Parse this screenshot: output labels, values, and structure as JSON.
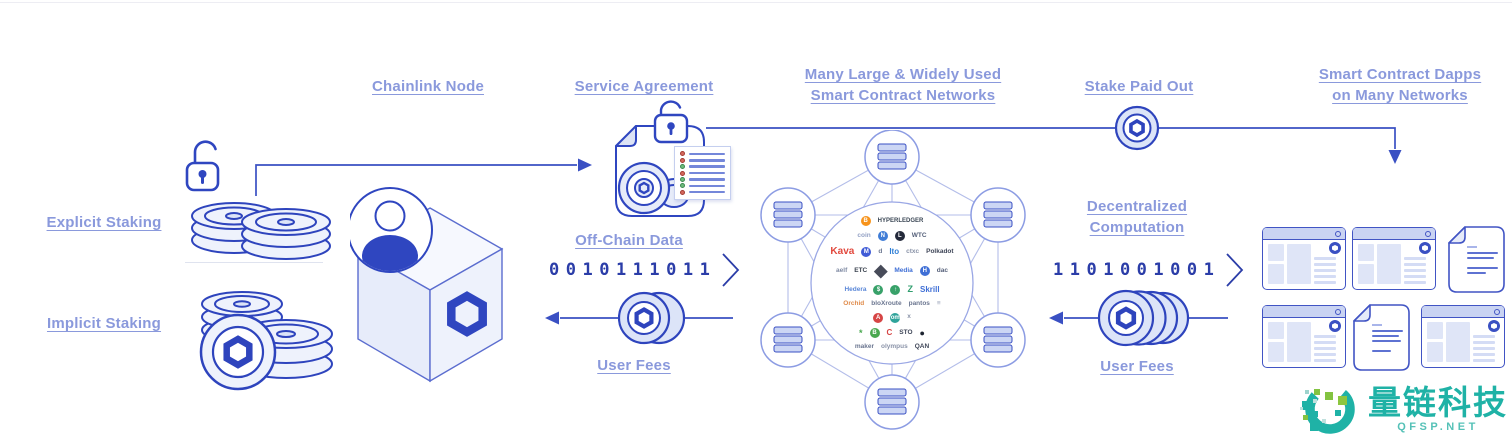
{
  "diagram": {
    "labels": {
      "chainlink_node": "Chainlink Node",
      "service_agreement": "Service Agreement",
      "networks_line1": "Many Large & Widely Used",
      "networks_line2": "Smart Contract Networks",
      "stake_paid_out": "Stake Paid Out",
      "dapps_line1": "Smart Contract Dapps",
      "dapps_line2": "on Many Networks",
      "explicit_staking": "Explicit Staking",
      "implicit_staking": "Implicit Staking",
      "off_chain_data": "Off-Chain Data",
      "user_fees_left": "User Fees",
      "decentralized_line1": "Decentralized",
      "decentralized_line2": "Computation",
      "user_fees_right": "User Fees"
    },
    "binary": {
      "off_chain": "0010111011",
      "computation": "1101001001"
    },
    "service_agreement": {
      "checklist": [
        "red",
        "red",
        "green",
        "red",
        "green",
        "green",
        "red"
      ]
    },
    "network": {
      "description": "hexagonal mesh of six server nodes around a circle of smart-contract network logos",
      "logo_rows": [
        [
          {
            "t": "B",
            "c": "#fff",
            "b": "#f7931a"
          },
          {
            "t": "HYPERLEDGER",
            "c": "#3a4654",
            "fs": 6
          }
        ],
        [
          {
            "t": "coin",
            "c": "#93a1c4"
          },
          {
            "t": "N",
            "c": "#fff",
            "b": "#3f7cd6"
          },
          {
            "t": "L",
            "c": "#fff",
            "b": "#23293a"
          },
          {
            "t": "WTC",
            "c": "#55607a"
          }
        ],
        [
          {
            "t": "Kava",
            "c": "#e2483d",
            "fs": 10
          },
          {
            "t": "M",
            "c": "#fff",
            "b": "#3f5bd6"
          },
          {
            "t": "d",
            "c": "#6b7690"
          },
          {
            "t": "lto",
            "c": "#2f7fd6",
            "fs": 8
          },
          {
            "t": "ctxc",
            "c": "#8a93a8"
          },
          {
            "t": "Polkadot",
            "c": "#3f4658"
          }
        ],
        [
          {
            "t": "aelf",
            "c": "#7f8aa3"
          },
          {
            "t": "ETC",
            "c": "#3b434f"
          },
          {
            "t": "◆",
            "c": "#474b59",
            "fs": 17
          },
          {
            "t": "Media",
            "c": "#3f6fd6"
          },
          {
            "t": "H",
            "c": "#fff",
            "b": "#3f6fd6"
          },
          {
            "t": "dac",
            "c": "#55607a"
          }
        ],
        [
          {
            "t": "Hedera",
            "c": "#5a87d8"
          },
          {
            "t": "$",
            "c": "#fff",
            "b": "#38a169"
          },
          {
            "t": "↑",
            "c": "#fff",
            "b": "#38a169"
          },
          {
            "t": "Z",
            "c": "#2f9e6e",
            "fs": 9
          },
          {
            "t": "Skrill",
            "c": "#3f6fd6",
            "fs": 8
          }
        ],
        [
          {
            "t": "Orchid",
            "c": "#e08b4a"
          },
          {
            "t": "bloXroute",
            "c": "#6b7690"
          },
          {
            "t": "pantos",
            "c": "#6b7690"
          },
          {
            "t": "≡",
            "c": "#9aa3b8"
          }
        ],
        [
          {
            "t": "A",
            "c": "#fff",
            "b": "#d64545"
          },
          {
            "t": "om",
            "c": "#fff",
            "b": "#2fa39a"
          },
          {
            "t": "x",
            "c": "#8a93a8"
          }
        ],
        [
          {
            "t": "*",
            "c": "#49a84f",
            "fs": 9
          },
          {
            "t": "B",
            "c": "#fff",
            "b": "#49a84f"
          },
          {
            "t": "C",
            "c": "#d64545",
            "fs": 8
          },
          {
            "t": "STO",
            "c": "#3f4658"
          },
          {
            "t": "●",
            "c": "#1d2430",
            "fs": 9
          }
        ],
        [
          {
            "t": "maker",
            "c": "#6b7690"
          },
          {
            "t": "olympus",
            "c": "#8a93a8"
          },
          {
            "t": "QAN",
            "c": "#3f4658"
          }
        ]
      ]
    },
    "watermark": {
      "title": "量链科技",
      "subtitle": "QFSP.NET"
    },
    "colors": {
      "label_blue": "#8a99dc",
      "line_blue": "#3a50c3",
      "binary_blue": "#2b3da8",
      "icon_blue": "#2f46c0",
      "fill_light": "#eef2fc",
      "mesh_light": "#b3bde9",
      "check_red": "#c0574d",
      "check_green": "#57a566",
      "watermark_teal": "#1fb2a6",
      "watermark_green": "#83c341",
      "bitcoin_orange": "#f7931a"
    }
  }
}
